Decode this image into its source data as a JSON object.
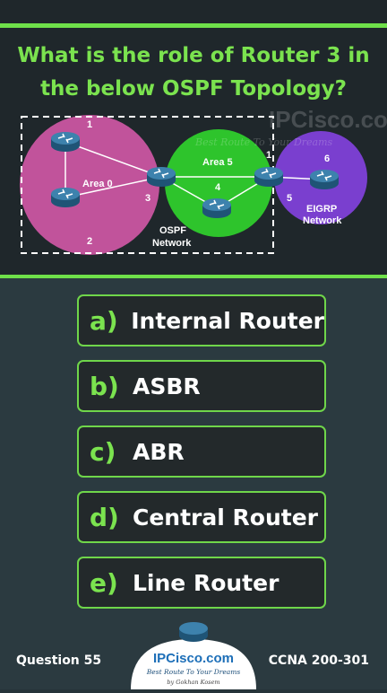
{
  "question": {
    "line1": "What is the role of Router 3 in",
    "line2": "the below OSPF Topology?"
  },
  "diagram": {
    "area0_label": "Area 0",
    "area5_label": "Area 5",
    "ospf_label_1": "OSPF",
    "ospf_label_2": "Network",
    "eigrp_label_1": "EIGRP",
    "eigrp_label_2": "Network",
    "router_numbers": [
      "1",
      "2",
      "3",
      "4",
      "1",
      "5",
      "6"
    ],
    "watermark_text": "IPCisco.com",
    "watermark_tagline": "Best Route To Your Dreams",
    "colors": {
      "area0": "#c1539b",
      "area5": "#2ec42c",
      "eigrp": "#7a3fcf",
      "router": "#2f6f96"
    }
  },
  "options": [
    {
      "letter": "a)",
      "text": "Internal Router"
    },
    {
      "letter": "b)",
      "text": "ASBR"
    },
    {
      "letter": "c)",
      "text": "ABR"
    },
    {
      "letter": "d)",
      "text": "Central Router"
    },
    {
      "letter": "e)",
      "text": "Line Router"
    }
  ],
  "footer": {
    "question_number": "Question 55",
    "exam": "CCNA 200-301",
    "logo_name": "IPCisco.com",
    "logo_tagline": "Best Route To Your Dreams",
    "logo_author": "by Gokhan Kosem"
  },
  "accent_color": "#7be34f"
}
